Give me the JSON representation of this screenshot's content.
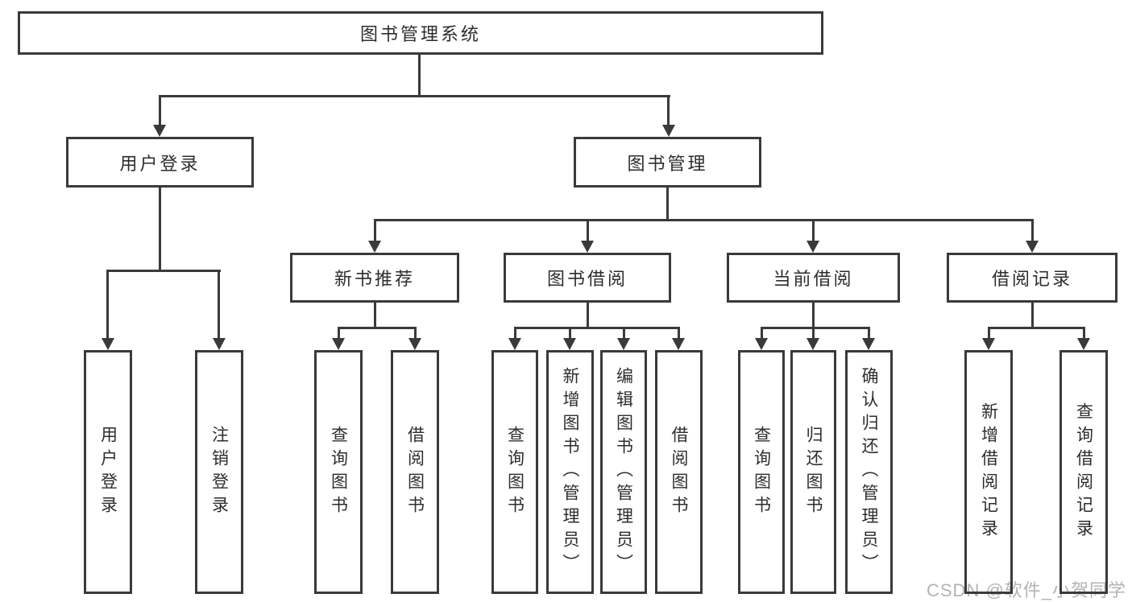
{
  "tree": {
    "label": "图书管理系统",
    "children": [
      {
        "label": "用户登录",
        "children": [
          {
            "label": "用户登录"
          },
          {
            "label": "注销登录"
          }
        ]
      },
      {
        "label": "图书管理",
        "children": [
          {
            "label": "新书推荐",
            "children": [
              {
                "label": "查询图书"
              },
              {
                "label": "借阅图书"
              }
            ]
          },
          {
            "label": "图书借阅",
            "children": [
              {
                "label": "查询图书"
              },
              {
                "label": "新增图书（管理员）"
              },
              {
                "label": "编辑图书（管理员）"
              },
              {
                "label": "借阅图书"
              }
            ]
          },
          {
            "label": "当前借阅",
            "children": [
              {
                "label": "查询图书"
              },
              {
                "label": "归还图书"
              },
              {
                "label": "确认归还（管理员）"
              }
            ]
          },
          {
            "label": "借阅记录",
            "children": [
              {
                "label": "新增借阅记录"
              },
              {
                "label": "查询借阅记录"
              }
            ]
          }
        ]
      }
    ]
  },
  "watermark": "CSDN @软件_小贺同学",
  "colors": {
    "line": "#3a3a3a",
    "text": "#2d2d2d",
    "background": "#ffffff",
    "watermark": "#b3b3b3"
  }
}
